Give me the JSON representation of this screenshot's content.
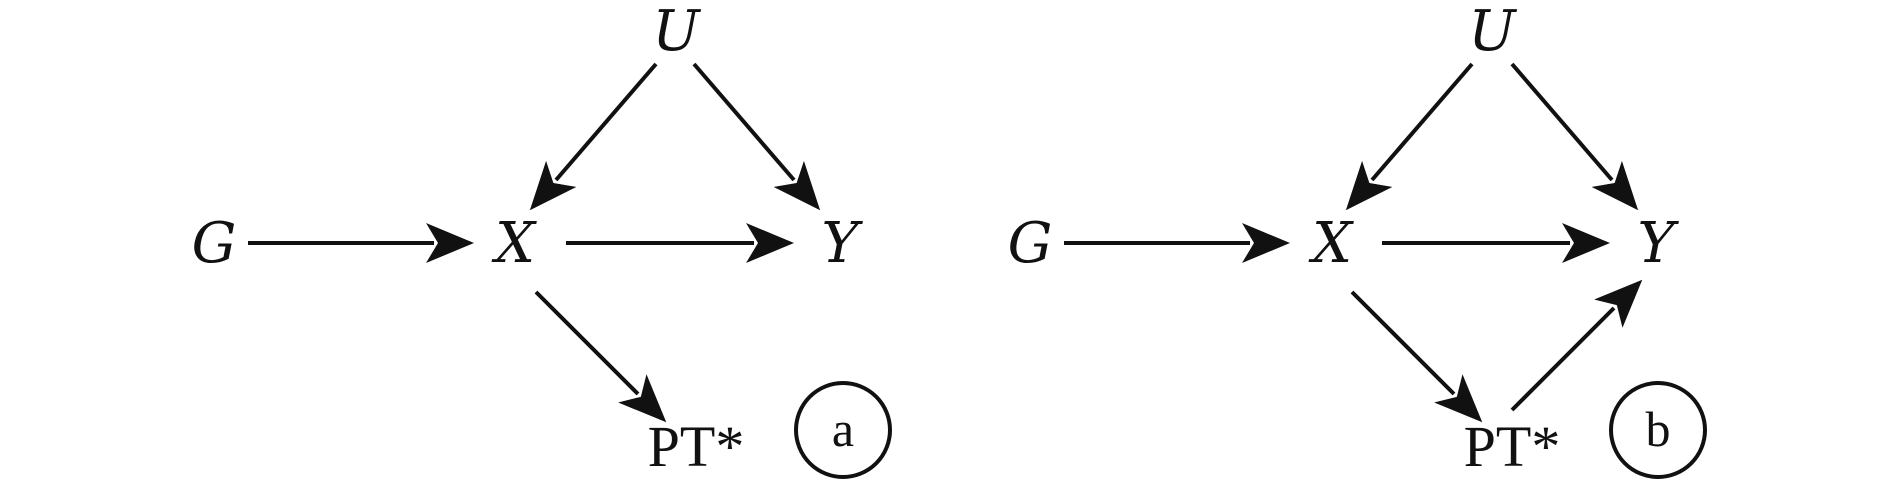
{
  "diagrams": [
    {
      "panel_label": "a",
      "nodes": {
        "U": "U",
        "G": "G",
        "X": "X",
        "Y": "Y",
        "PT": "PT*"
      },
      "edges": [
        [
          "U",
          "X"
        ],
        [
          "U",
          "Y"
        ],
        [
          "G",
          "X"
        ],
        [
          "X",
          "Y"
        ],
        [
          "X",
          "PT"
        ]
      ]
    },
    {
      "panel_label": "b",
      "nodes": {
        "U": "U",
        "G": "G",
        "X": "X",
        "Y": "Y",
        "PT": "PT*"
      },
      "edges": [
        [
          "U",
          "X"
        ],
        [
          "U",
          "Y"
        ],
        [
          "G",
          "X"
        ],
        [
          "X",
          "Y"
        ],
        [
          "X",
          "PT"
        ],
        [
          "PT",
          "Y"
        ]
      ]
    }
  ],
  "colors": {
    "ink": "#111111",
    "background": "#ffffff"
  }
}
